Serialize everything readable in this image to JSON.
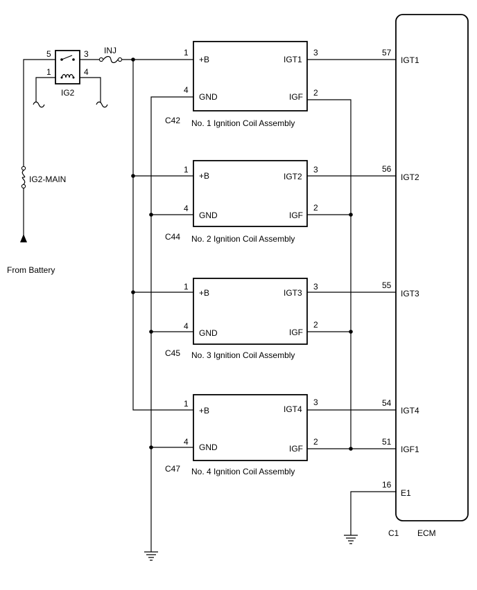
{
  "relay": {
    "name": "IG2",
    "pins": [
      "5",
      "3",
      "1",
      "4"
    ]
  },
  "fuses": {
    "inj": "INJ",
    "ig2_main": "IG2-MAIN"
  },
  "battery_label": "From Battery",
  "coils": [
    {
      "connector": "C42",
      "title": "No. 1 Ignition Coil Assembly",
      "pin_b": "1",
      "label_b": "+B",
      "pin_gnd": "4",
      "label_gnd": "GND",
      "pin_igt": "3",
      "label_igt": "IGT1",
      "pin_igf": "2",
      "label_igf": "IGF"
    },
    {
      "connector": "C44",
      "title": "No. 2 Ignition Coil Assembly",
      "pin_b": "1",
      "label_b": "+B",
      "pin_gnd": "4",
      "label_gnd": "GND",
      "pin_igt": "3",
      "label_igt": "IGT2",
      "pin_igf": "2",
      "label_igf": "IGF"
    },
    {
      "connector": "C45",
      "title": "No. 3 Ignition Coil Assembly",
      "pin_b": "1",
      "label_b": "+B",
      "pin_gnd": "4",
      "label_gnd": "GND",
      "pin_igt": "3",
      "label_igt": "IGT3",
      "pin_igf": "2",
      "label_igf": "IGF"
    },
    {
      "connector": "C47",
      "title": "No. 4 Ignition Coil Assembly",
      "pin_b": "1",
      "label_b": "+B",
      "pin_gnd": "4",
      "label_gnd": "GND",
      "pin_igt": "3",
      "label_igt": "IGT4",
      "pin_igf": "2",
      "label_igf": "IGF"
    }
  ],
  "ecm": {
    "name": "ECM",
    "connector": "C1",
    "pins": [
      {
        "num": "57",
        "label": "IGT1"
      },
      {
        "num": "56",
        "label": "IGT2"
      },
      {
        "num": "55",
        "label": "IGT3"
      },
      {
        "num": "54",
        "label": "IGT4"
      },
      {
        "num": "51",
        "label": "IGF1"
      },
      {
        "num": "16",
        "label": "E1"
      }
    ]
  }
}
